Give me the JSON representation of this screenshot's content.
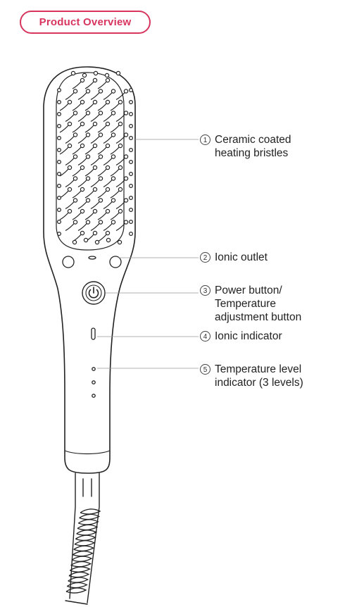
{
  "header": {
    "title": "Product Overview",
    "accent_color": "#d8355e"
  },
  "callouts": [
    {
      "number": "1",
      "lines": [
        "Ceramic coated",
        "heating bristles"
      ]
    },
    {
      "number": "2",
      "lines": [
        "Ionic outlet"
      ]
    },
    {
      "number": "3",
      "lines": [
        "Power button/",
        "Temperature",
        "adjustment button"
      ]
    },
    {
      "number": "4",
      "lines": [
        "Ionic indicator"
      ]
    },
    {
      "number": "5",
      "lines": [
        "Temperature level",
        "indicator (3 levels)"
      ]
    }
  ],
  "icons": {
    "power": "power-icon"
  }
}
